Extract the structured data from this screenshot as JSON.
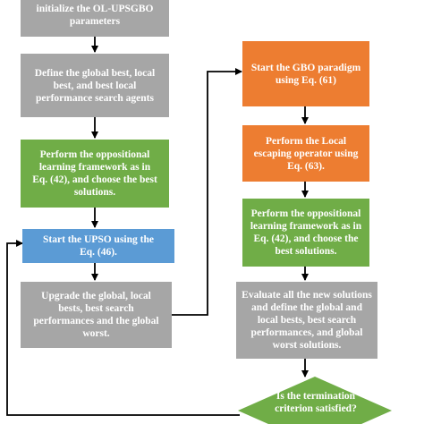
{
  "nodes": {
    "init": "initialize the OL-UPSGBO\nparameters",
    "define": "Define the global best, local\nbest, and best local\nperformance search agents",
    "opp1": "Perform the oppositional\nlearning framework as in\nEq. (42), and choose the best\nsolutions.",
    "upso": "Start the UPSO using the\nEq. (46).",
    "upgrade": "Upgrade the global, local\nbests, best search\nperformances and the global\nworst.",
    "gbo": "Start the GBO paradigm\nusing Eq. (61)",
    "leo": "Perform the Local\nescaping operator using\nEq. (63).",
    "opp2": "Perform the oppositional\nlearning framework as in\nEq. (42), and choose the\nbest solutions.",
    "evaluate": "Evaluate all the new solutions\nand define the global and\nlocal bests, best search\nperformances, and global\nworst solutions.",
    "termination": "Is the termination\ncriterion satisfied?"
  },
  "colors": {
    "gray": "#a6a6a6",
    "green": "#70ad47",
    "blue": "#5b9bd5",
    "orange": "#ed7d31",
    "arrow": "#000000"
  }
}
